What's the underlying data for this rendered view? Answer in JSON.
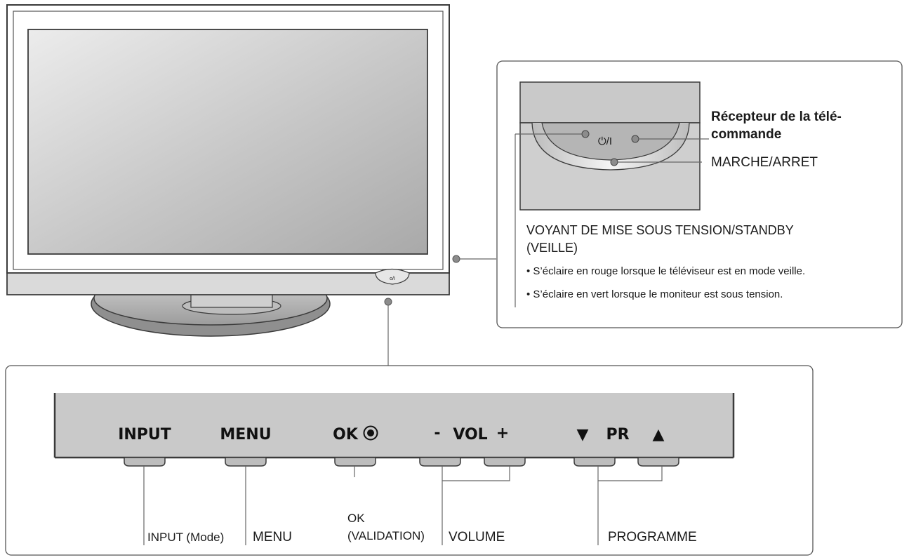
{
  "side_panel": {
    "power_symbol": "⏻/I",
    "remote_sensor_line1": "Récepteur de la télé-",
    "remote_sensor_line2": "commande",
    "power_label": "MARCHE/ARRET",
    "indicator_title_line1": "VOYANT DE MISE SOUS TENSION/STANDBY",
    "indicator_title_line2": "(VEILLE)",
    "bullets": [
      "• S’éclaire en rouge lorsque le téléviseur est en mode veille.",
      "• S’éclaire en vert lorsque le moniteur est sous tension."
    ]
  },
  "button_panel": {
    "panel_labels": {
      "input": "INPUT",
      "menu": "MENU",
      "ok": "OK",
      "vol_minus": "-",
      "vol": "VOL",
      "vol_plus": "+",
      "pr_down": "▼",
      "pr": "PR",
      "pr_up": "▲"
    },
    "callouts": {
      "input": "INPUT (Mode)",
      "menu": "MENU",
      "ok_line1": "OK",
      "ok_line2": "(VALIDATION)",
      "volume": "VOLUME",
      "programme": "PROGRAMME"
    }
  },
  "colors": {
    "outline": "#3a3a3a",
    "panel_fill": "#cfcfcf",
    "screen_fill": "#c4c4c4",
    "callout_line": "#666666",
    "dot": "#8c8c8c"
  }
}
